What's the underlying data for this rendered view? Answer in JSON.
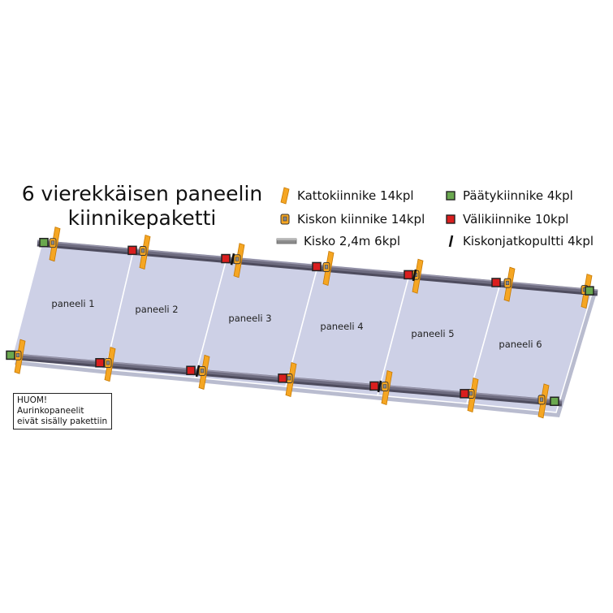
{
  "title": {
    "line1": "6 vierekkäisen paneelin",
    "line2": "kiinnikepaketti"
  },
  "legend": [
    {
      "icon": "roof-mount-icon",
      "label": "Kattokiinnike 14kpl",
      "color": "#f5a623"
    },
    {
      "icon": "end-clamp-icon",
      "label": "Päätykiinnike 4kpl",
      "color": "#6aa84f"
    },
    {
      "icon": "rail-mount-icon",
      "label": "Kiskon kiinnike 14kpl",
      "color": "#f5a623"
    },
    {
      "icon": "mid-clamp-icon",
      "label": "Välikiinnike 10kpl",
      "color": "#d91e1e"
    },
    {
      "icon": "rail-icon",
      "label": "Kisko 2,4m 6kpl",
      "color": "#8c8c8c"
    },
    {
      "icon": "rail-splice-bolt-icon",
      "label": "Kiskonjatkopultti 4kpl",
      "color": "#111111"
    }
  ],
  "panels": [
    "paneeli 1",
    "paneeli 2",
    "paneeli 3",
    "paneeli 4",
    "paneeli 5",
    "paneeli 6"
  ],
  "note": {
    "line1": "HUOM!",
    "line2": "Aurinkopaneelit",
    "line3": "eivät sisälly pakettiin"
  },
  "colors": {
    "panel": "#cdd0e6",
    "panel_shadow": "#b9bccf",
    "rail": "#6e6c80",
    "roof_mount": "#f5a623",
    "end_clamp": "#6aa84f",
    "mid_clamp": "#d91e1e"
  }
}
